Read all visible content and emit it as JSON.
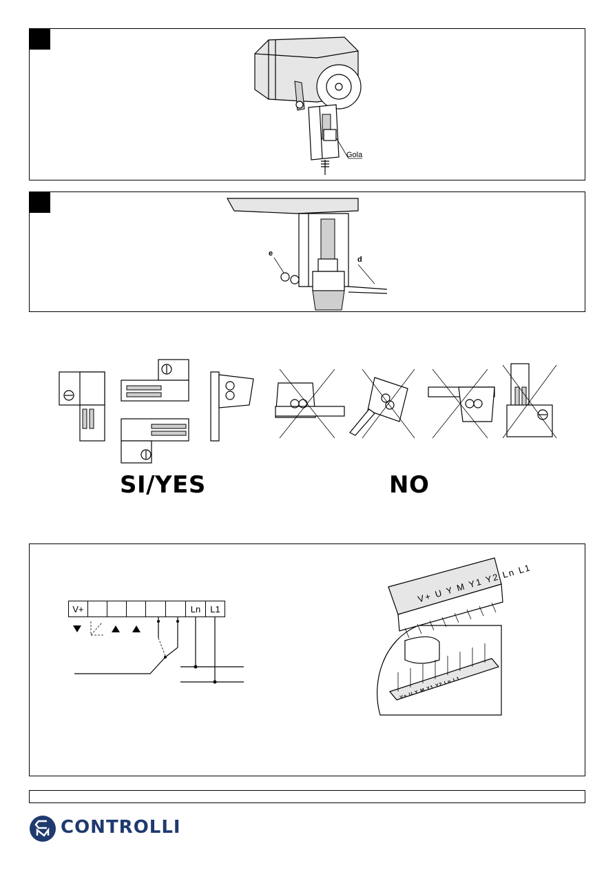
{
  "panel1": {
    "callout_label": "Gola"
  },
  "panel2": {
    "callout_e": "e",
    "callout_d": "d"
  },
  "mounting": {
    "allowed_label": "SI/YES",
    "not_allowed_label": "NO"
  },
  "wiring": {
    "terminals": [
      "V+",
      "",
      "",
      "",
      "",
      "",
      "Ln",
      "L1"
    ],
    "connector_terminals": [
      "V+",
      "U",
      "Y",
      "M",
      "Y1",
      "Y2",
      "Ln",
      "L1"
    ],
    "connector_base_labels": [
      "V+",
      "U",
      "Y",
      "M",
      "Y1",
      "Y2",
      "Ln",
      "L1"
    ]
  },
  "footer": {
    "brand_name": "CONTROLLI"
  },
  "colors": {
    "brand": "#1f3a6e"
  }
}
